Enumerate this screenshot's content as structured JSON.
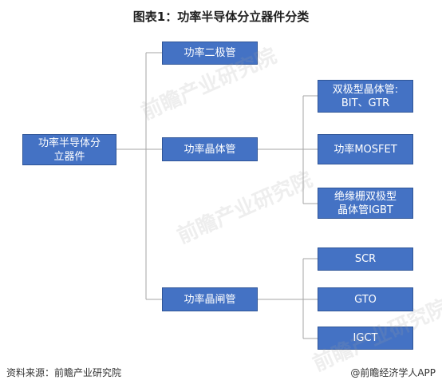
{
  "title": "图表1：功率半导体分立器件分类",
  "nodes": {
    "root": "功率半导体分\n立器件",
    "diode": "功率二极管",
    "transistor": "功率晶体管",
    "thyristor": "功率晶闸管",
    "bjt": "双极型晶体管:\nBIT、GTR",
    "mosfet": "功率MOSFET",
    "igbt": "绝缘栅双极型\n晶体管IGBT",
    "scr": "SCR",
    "gto": "GTO",
    "igct": "IGCT"
  },
  "watermark": "前瞻产业研究院",
  "footer": {
    "source": "资料来源：前瞻产业研究院",
    "brand": "@前瞻经济学人APP"
  },
  "colors": {
    "node_fill": "#4472c4",
    "node_border": "#2f5597",
    "connector": "#a6a6a6"
  }
}
